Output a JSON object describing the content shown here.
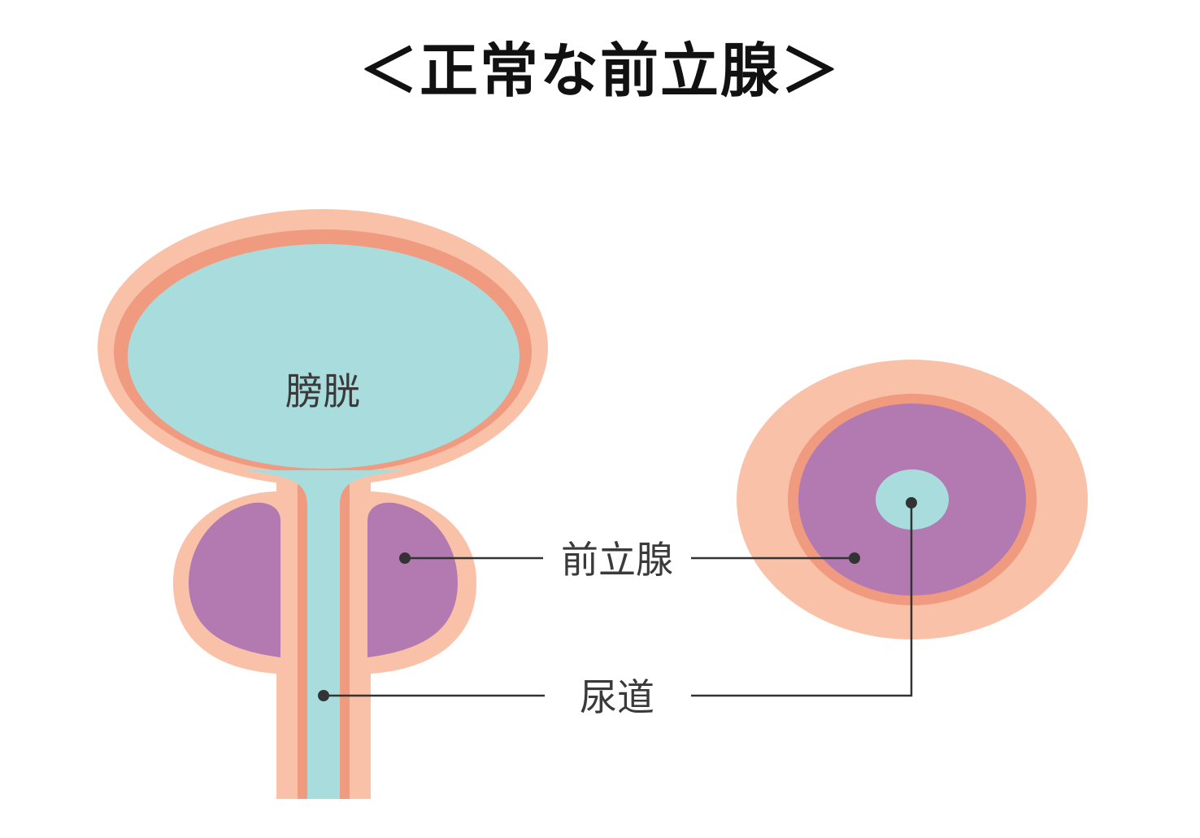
{
  "title": "＜正常な前立腺＞",
  "labels": {
    "bladder": "膀胱",
    "prostate": "前立腺",
    "urethra": "尿道"
  },
  "colors": {
    "outer_tissue": "#F9C1A8",
    "tissue_line": "#F09A80",
    "urine_fluid": "#A9DDDD",
    "prostate": "#B27AB1",
    "leader_line": "#333333",
    "text": "#3A3A3A"
  }
}
